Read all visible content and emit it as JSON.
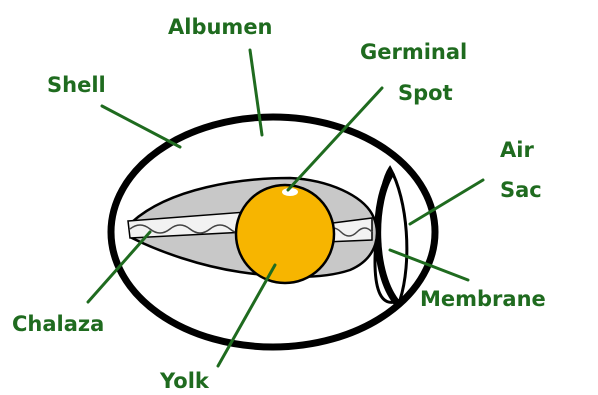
{
  "colors": {
    "label": "#1f6b1f",
    "leader": "#1f6b1f",
    "outline": "#000000",
    "albumen_inner": "#c8c8c8",
    "chalaza": "#f2f2f2",
    "yolk": "#f7b500",
    "background": "#ffffff"
  },
  "labels": {
    "albumen": "Albumen",
    "shell": "Shell",
    "germinal_line1": "Germinal",
    "germinal_line2": "Spot",
    "air_line1": "Air",
    "air_line2": "Sac",
    "membrane": "Membrane",
    "chalaza": "Chalaza",
    "yolk": "Yolk"
  }
}
